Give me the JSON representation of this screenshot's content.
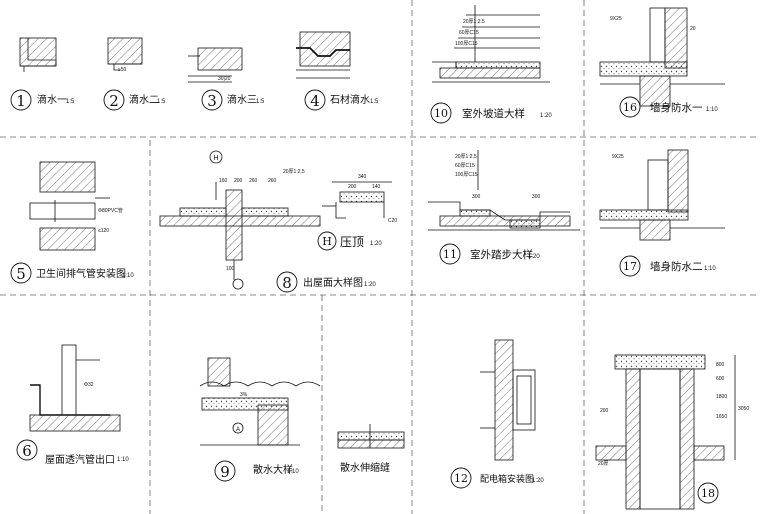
{
  "details": [
    {
      "num": "1",
      "title": "滴水一",
      "scale": "1:5"
    },
    {
      "num": "2",
      "title": "滴水二",
      "scale": "1:5"
    },
    {
      "num": "3",
      "title": "滴水三",
      "scale": "1:5"
    },
    {
      "num": "4",
      "title": "石材滴水",
      "scale": "1:5"
    },
    {
      "num": "10",
      "title": "室外坡道大样",
      "scale": "1:20"
    },
    {
      "num": "16",
      "title": "墙身防水一",
      "scale": "1:10"
    },
    {
      "num": "5",
      "title": "卫生间排气管安装图",
      "scale": "1:10"
    },
    {
      "num": "8",
      "title": "出屋面大样图",
      "scale": "1:20"
    },
    {
      "num": "H",
      "title": "压顶",
      "scale": "1:20"
    },
    {
      "num": "11",
      "title": "室外踏步大样",
      "scale": "1:20"
    },
    {
      "num": "17",
      "title": "墙身防水二",
      "scale": "1:10"
    },
    {
      "num": "6",
      "title": "屋面透汽管出口",
      "scale": "1:10"
    },
    {
      "num": "9",
      "title": "散水大样",
      "scale": "1:10"
    },
    {
      "num": "",
      "title": "散水伸缩缝",
      "scale": ""
    },
    {
      "num": "12",
      "title": "配电箱安装图",
      "scale": "1:20"
    },
    {
      "num": "18",
      "title": "",
      "scale": ""
    }
  ],
  "annotations": {
    "d2_dim": "≥50",
    "d3_dim": "30|20",
    "d5_pipe": "Φ80PVC管",
    "d5_dim": "≤120",
    "d6_pipe": "Φ32",
    "d8_dims": [
      "160",
      "200",
      "260",
      "260"
    ],
    "d8_note": "20厚1:2.5",
    "d8_base": "100",
    "d8_cap": "H",
    "dH_dims": [
      "340",
      "200",
      "140"
    ],
    "dH_rebar": "C20",
    "d10_layers": [
      "20厚1:2.5",
      "60厚C15",
      "100厚C15"
    ],
    "d11_layers": [
      "20厚1:2.5",
      "60厚C15",
      "100厚C15"
    ],
    "d11_dims": [
      "300",
      "300"
    ],
    "d16_note": "9X25",
    "d16_note2": "20",
    "d17_note": "9X25",
    "d18_dims": [
      "800",
      "1650",
      "1800",
      "600",
      "3050"
    ],
    "d18_floor": "20厚",
    "d18_base": "200",
    "d9_dim": "3%",
    "d9_mark": "A"
  },
  "colors": {
    "line": "#111111",
    "dash": "#666666",
    "hatch": "#555555"
  }
}
